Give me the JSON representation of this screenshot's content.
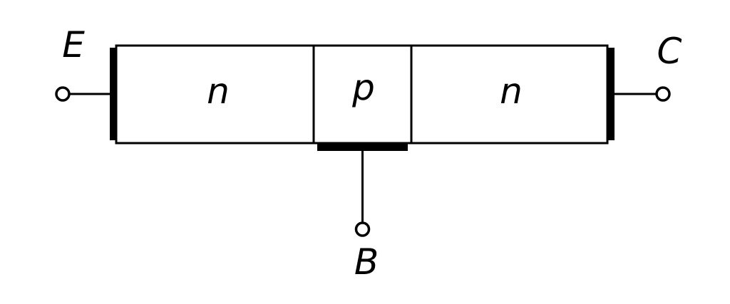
{
  "diagram": {
    "terminal_labels": {
      "emitter": "E",
      "collector": "C",
      "base": "B"
    },
    "region_labels": {
      "left": "n",
      "middle": "p",
      "right": "n"
    },
    "colors": {
      "stroke": "#000000",
      "background": "#ffffff"
    }
  }
}
